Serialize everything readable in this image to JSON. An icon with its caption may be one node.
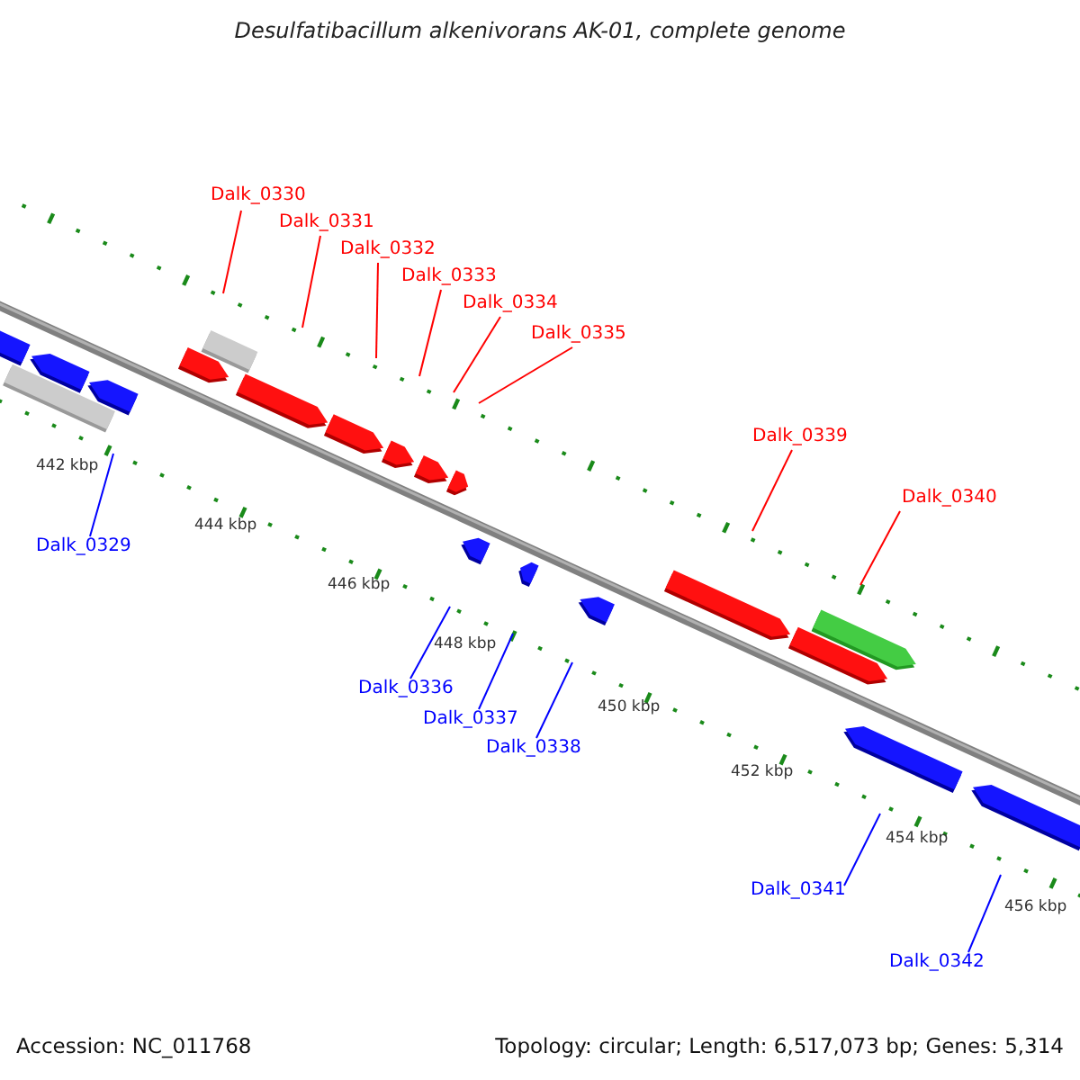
{
  "diagram": {
    "title": "Desulfatibacillum alkenivorans AK-01, complete genome",
    "nodes": [
      {
        "text": [
          "Dalk_0330"
        ]
      },
      {
        "text": [
          "Dalk_0331"
        ]
      },
      {
        "text": [
          "Dalk_0332"
        ]
      },
      {
        "text": [
          "Dalk_0333"
        ]
      },
      {
        "text": [
          "Dalk_0334"
        ]
      },
      {
        "text": [
          "Dalk_0335"
        ]
      },
      {
        "text": [
          "Dalk_0339"
        ]
      },
      {
        "text": [
          "Dalk_0340"
        ]
      },
      {
        "text": [
          "Dalk_0329"
        ]
      },
      {
        "text": [
          "Dalk_0336"
        ]
      },
      {
        "text": [
          "Dalk_0337"
        ]
      },
      {
        "text": [
          "Dalk_0338"
        ]
      },
      {
        "text": [
          "Dalk_0341"
        ]
      },
      {
        "text": [
          "Dalk_0342"
        ]
      }
    ],
    "edges": [
      {
        "from": 0,
        "to": null,
        "arrow": "none",
        "color": "#ff0000"
      },
      {
        "from": 1,
        "to": null,
        "arrow": "none",
        "color": "#ff0000"
      },
      {
        "from": 2,
        "to": null,
        "arrow": "none",
        "color": "#ff0000"
      },
      {
        "from": 3,
        "to": null,
        "arrow": "none",
        "color": "#ff0000"
      },
      {
        "from": 4,
        "to": null,
        "arrow": "none",
        "color": "#ff0000"
      },
      {
        "from": 5,
        "to": null,
        "arrow": "none",
        "color": "#ff0000"
      },
      {
        "from": 6,
        "to": null,
        "arrow": "none",
        "color": "#ff0000"
      },
      {
        "from": 7,
        "to": null,
        "arrow": "none",
        "color": "#ff0000"
      },
      {
        "from": 8,
        "to": null,
        "arrow": "none",
        "color": "#0000ff"
      },
      {
        "from": 9,
        "to": null,
        "arrow": "none",
        "color": "#0000ff"
      },
      {
        "from": 10,
        "to": null,
        "arrow": "none",
        "color": "#0000ff"
      },
      {
        "from": 11,
        "to": null,
        "arrow": "none",
        "color": "#0000ff"
      },
      {
        "from": 12,
        "to": null,
        "arrow": "none",
        "color": "#0000ff"
      },
      {
        "from": 13,
        "to": null,
        "arrow": "none",
        "color": "#0000ff"
      }
    ],
    "labels": [
      "442 kbp",
      "444 kbp",
      "446 kbp",
      "448 kbp",
      "450 kbp",
      "452 kbp",
      "454 kbp",
      "456 kbp",
      "Accession: NC_011768",
      "Topology: circular; Length: 6,517,073 bp; Genes: 5,314"
    ]
  }
}
